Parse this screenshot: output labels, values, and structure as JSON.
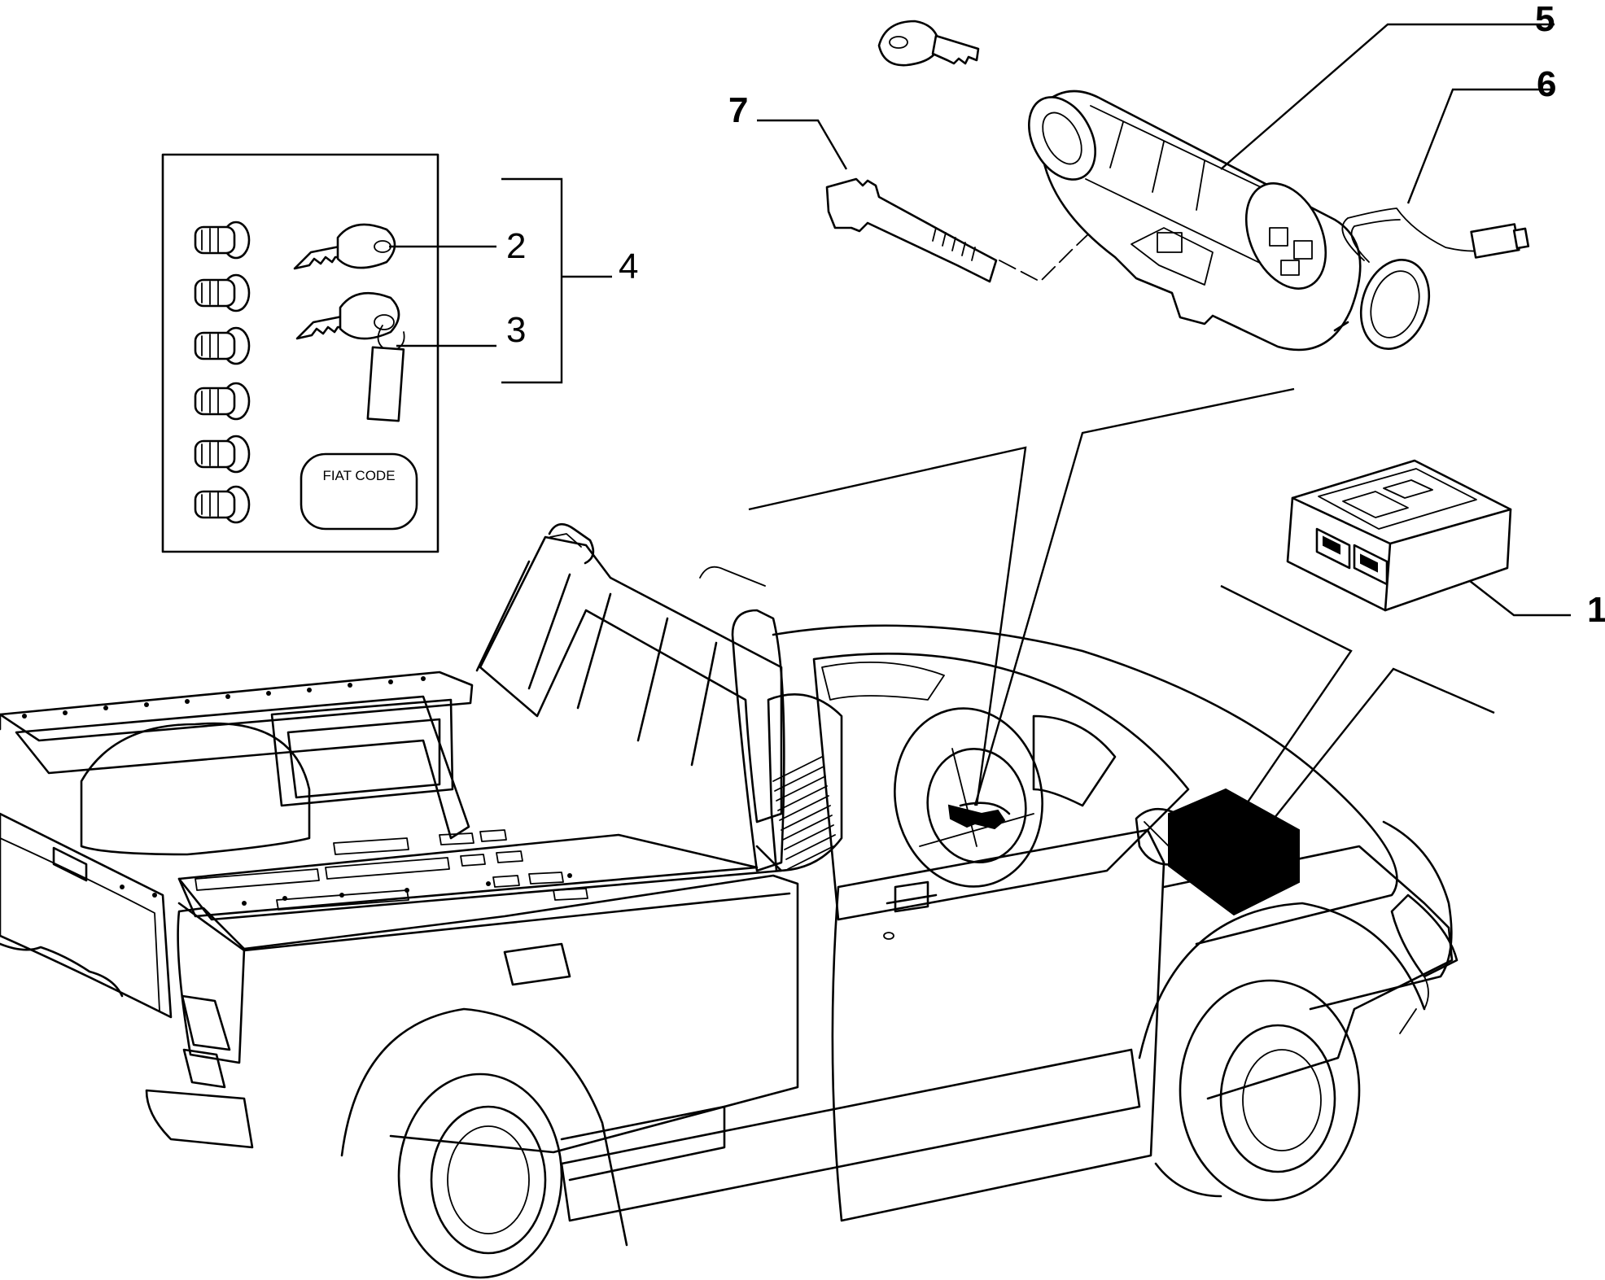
{
  "callouts": {
    "c1": "1",
    "c2": "2",
    "c3": "3",
    "c4": "4",
    "c5": "5",
    "c6": "6",
    "c7": "7"
  },
  "key_card_label": "FIAT CODE"
}
